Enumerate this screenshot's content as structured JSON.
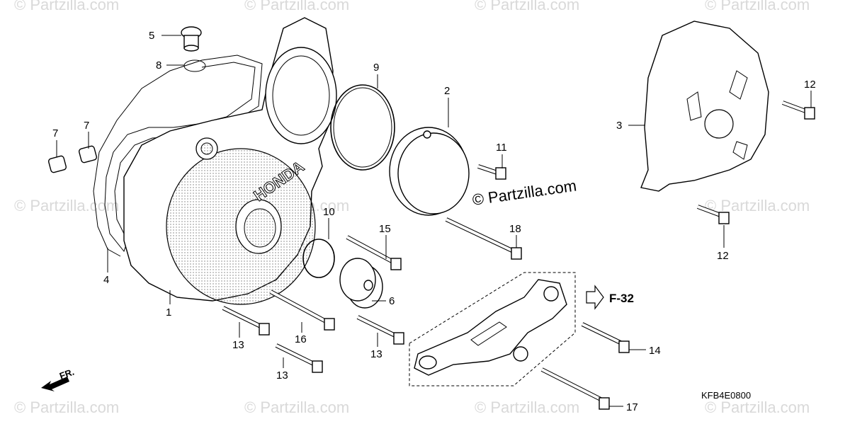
{
  "diagram": {
    "watermark_text": "© Partzilla.com",
    "copyright": "© Partzilla.com",
    "reference_label": "F-32",
    "direction_label": "FR.",
    "diagram_code": "KFB4E0800",
    "logo_text": "HONDA",
    "callouts": [
      "5",
      "8",
      "7",
      "7",
      "4",
      "1",
      "9",
      "2",
      "11",
      "3",
      "12",
      "12",
      "10",
      "15",
      "18",
      "6",
      "16",
      "13",
      "13",
      "13",
      "14",
      "17"
    ]
  }
}
